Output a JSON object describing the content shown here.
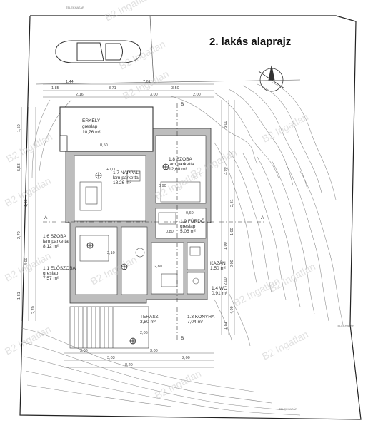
{
  "title": "2. lakás alaprajz",
  "watermark": "B2 Ingatlan",
  "boundary_label": "TELEKHATÁR",
  "rooms": [
    {
      "id": "erkely",
      "name": "ERKÉLY",
      "floor": "greslap",
      "area": "10,76 m²"
    },
    {
      "id": "nappali",
      "name": "1.7 NAPPALI",
      "floor": "lam.parketta",
      "area": "18,26 m²"
    },
    {
      "id": "szoba1",
      "name": "1.8 SZOBA",
      "floor": "lam.parketta",
      "area": "12,60 m²"
    },
    {
      "id": "szoba2",
      "name": "1.6 SZOBA",
      "floor": "lam.parketta",
      "area": "8,12 m²"
    },
    {
      "id": "furdo",
      "name": "1.9 FÜRDŐ",
      "floor": "greslap",
      "area": "5,06 m²"
    },
    {
      "id": "eloszoba",
      "name": "1.1 ELŐSZOBA",
      "floor": "greslap",
      "area": "7,57 m²"
    },
    {
      "id": "kazan",
      "name": "KAZÁN",
      "floor": "",
      "area": "1,50 m²"
    },
    {
      "id": "wc",
      "name": "1.4 WC",
      "floor": "",
      "area": "0,91 m²"
    },
    {
      "id": "terasz",
      "name": "TERASZ",
      "floor": "",
      "area": "3,80 m²"
    },
    {
      "id": "konyha",
      "name": "1.3 KONYHA",
      "floor": "",
      "area": "7,04 m²"
    }
  ],
  "section_labels": {
    "a": "A",
    "b": "B"
  },
  "dims_top": [
    "1,44",
    "7,61",
    "3,71",
    "1,85",
    "2,16",
    "3,00",
    "3,50",
    "2,00"
  ],
  "dims_bottom": [
    "3,06",
    "3,00",
    "8,20",
    "3,03",
    "2,00"
  ],
  "dims_left": [
    "1,50",
    "5,53",
    "1,50",
    "2,70",
    "4,00",
    "1,81",
    "2,70"
  ],
  "dims_right": [
    "3,00",
    "3,99",
    "2,81",
    "1,00",
    "1,00",
    "2,00",
    "2,00",
    "4,99",
    "1,81"
  ],
  "misc": [
    "+0,00",
    "2,06",
    "0,50",
    "0,90",
    "2,10",
    "0,80",
    "0,60",
    "2,80"
  ]
}
